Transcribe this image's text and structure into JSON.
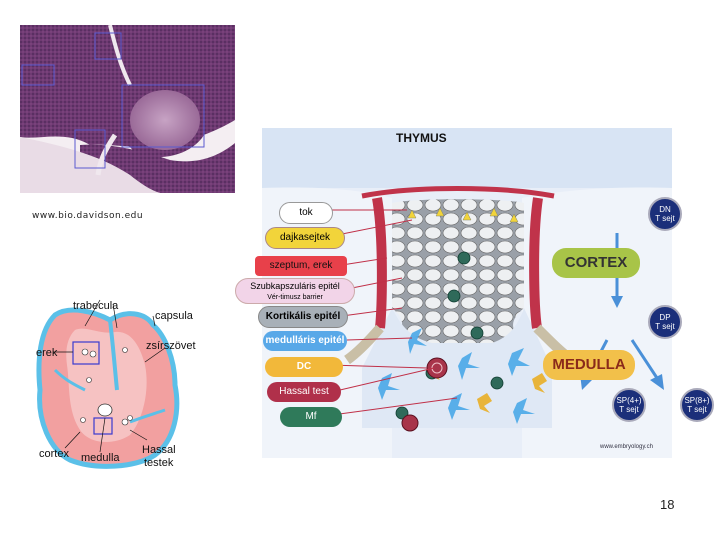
{
  "micrograph": {
    "credit": "www.bio.davidson.edu"
  },
  "lobule": {
    "labels": {
      "trabecula": "trabecula",
      "capsula": "capsula",
      "erek": "erek",
      "zsirszovet": "zsírszövet",
      "cortex": "cortex",
      "medulla": "medulla",
      "hassal_line1": "Hassal",
      "hassal_line2": "testek"
    }
  },
  "thymus": {
    "title": "THYMUS",
    "labels": {
      "tok": "tok",
      "dajkasejtek": "dajkasejtek",
      "szeptum": "szeptum, erek",
      "szubkapszularis": "Szubkapszuláris epitél",
      "ver_timusz": "Vér-timusz barrier",
      "kortikalis": "Kortikális epitél",
      "medullaris": "medulláris epitél",
      "dc": "DC",
      "hassal_test": "Hassal test",
      "mf": "Mf"
    },
    "zones": {
      "cortex": "CORTEX",
      "medulla": "MEDULLA"
    },
    "cells": {
      "dn_line1": "DN",
      "dn_line2": "T sejt",
      "dp_line1": "DP",
      "dp_line2": "T sejt",
      "sp4_line1": "SP(4+)",
      "sp4_line2": "T sejt",
      "sp8_line1": "SP(8+)",
      "sp8_line2": "T sejt"
    },
    "source": "www.embryology.ch"
  },
  "page_number": "18",
  "colors": {
    "tissue_purple": "#7a3f78",
    "capsule_blue": "#5bc0e8",
    "lobule_pink": "#f2a0a0",
    "cortex_green": "#a8c448",
    "medulla_yellow": "#f2c04a",
    "septum_red": "#c0334a",
    "tcell_blue": "#1b2f7a"
  }
}
